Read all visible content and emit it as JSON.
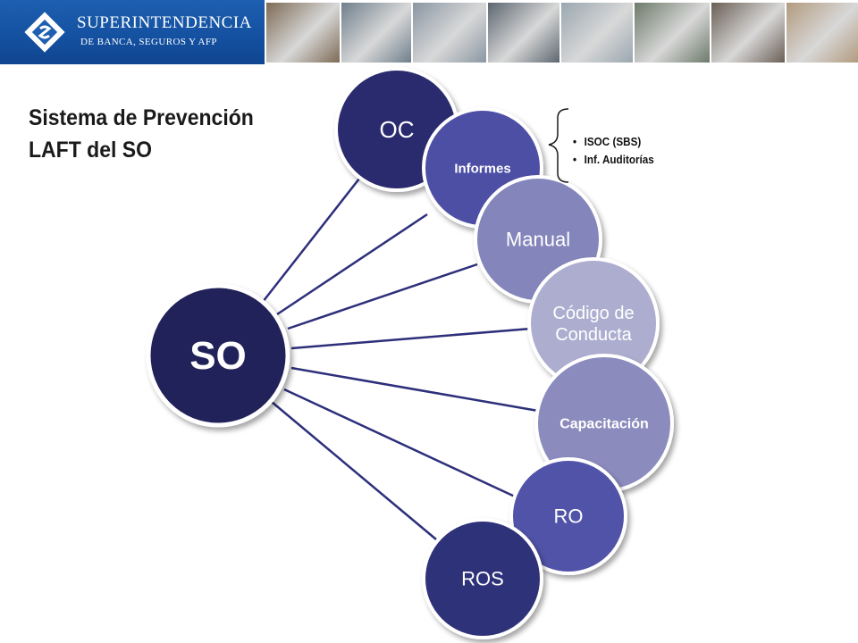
{
  "header": {
    "logo_line1": "SUPERINTENDENCIA",
    "logo_line2": "DE BANCA, SEGUROS Y AFP",
    "photos": [
      {
        "name": "card-payment-photo",
        "tone": "#7d6b55"
      },
      {
        "name": "building-photo",
        "tone": "#6f7f8c"
      },
      {
        "name": "keyboard-enter-photo",
        "tone": "#8a96a2"
      },
      {
        "name": "laptop-photo",
        "tone": "#5c6670"
      },
      {
        "name": "banknotes-photo",
        "tone": "#9aa7b0"
      },
      {
        "name": "terminal-photo",
        "tone": "#6d7a6a"
      },
      {
        "name": "businessmen-photo",
        "tone": "#6a5f55"
      },
      {
        "name": "signing-photo",
        "tone": "#b29b7e"
      }
    ]
  },
  "title": {
    "line1": "Sistema de Prevención",
    "line2": "LAFT del SO"
  },
  "diagram": {
    "center": {
      "label": "SO",
      "color": "#20205a"
    },
    "nodes": [
      {
        "key": "oc",
        "label": [
          "OC"
        ],
        "color": "#2b2c6e"
      },
      {
        "key": "informes",
        "label": [
          "Informes"
        ],
        "color": "#4e4fa5"
      },
      {
        "key": "manual",
        "label": [
          "Manual"
        ],
        "color": "#8485bb"
      },
      {
        "key": "codigo",
        "label": [
          "Código de",
          "Conducta"
        ],
        "color": "#adadd0"
      },
      {
        "key": "capacitacion",
        "label": [
          "Capacitación"
        ],
        "color": "#8b8bbe"
      },
      {
        "key": "ro",
        "label": [
          "RO"
        ],
        "color": "#5152a8"
      },
      {
        "key": "ros",
        "label": [
          "ROS"
        ],
        "color": "#2f3078"
      }
    ],
    "connector_color": "#2d2f7a"
  },
  "bullets": {
    "items": [
      "ISOC (SBS)",
      "Inf. Auditorías"
    ]
  }
}
